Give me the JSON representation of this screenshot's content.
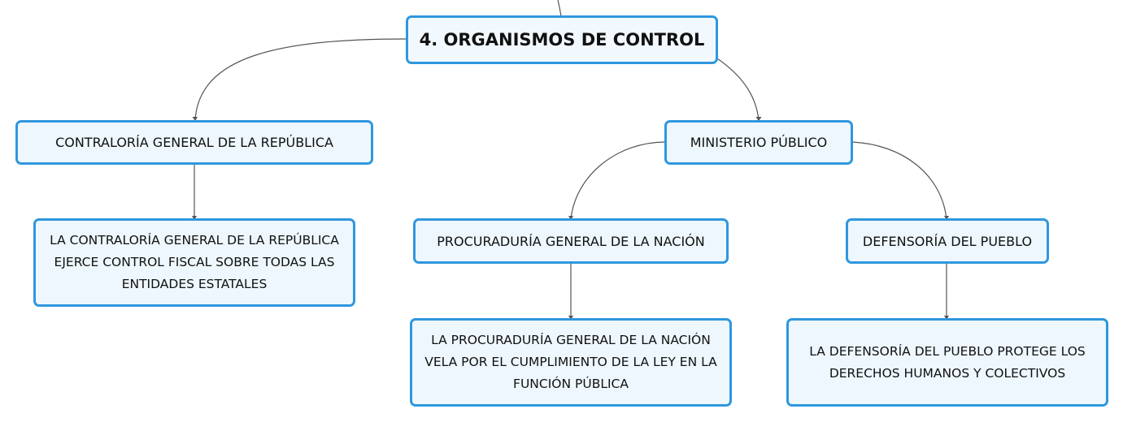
{
  "colors": {
    "node_border": "#2f97de",
    "node_fill": "#eef7fd",
    "connector": "#555555",
    "text": "#111111"
  },
  "nodes": {
    "root": {
      "label": "4. ORGANISMOS DE CONTROL"
    },
    "contraloria": {
      "label": "CONTRALORÍA GENERAL DE LA REPÚBLICA"
    },
    "contraloria_desc": {
      "label": "LA CONTRALORÍA GENERAL DE LA REPÚBLICA EJERCE CONTROL FISCAL SOBRE TODAS LAS ENTIDADES ESTATALES"
    },
    "ministerio": {
      "label": "MINISTERIO PÚBLICO"
    },
    "procuraduria": {
      "label": "PROCURADURÍA GENERAL DE LA NACIÓN"
    },
    "procuraduria_desc": {
      "label": "LA PROCURADURÍA GENERAL DE LA NACIÓN VELA POR EL CUMPLIMIENTO DE LA LEY EN LA FUNCIÓN PÚBLICA"
    },
    "defensoria": {
      "label": "DEFENSORÍA DEL PUEBLO"
    },
    "defensoria_desc": {
      "label": "LA DEFENSORÍA DEL PUEBLO PROTEGE LOS DERECHOS HUMANOS Y COLECTIVOS"
    }
  }
}
